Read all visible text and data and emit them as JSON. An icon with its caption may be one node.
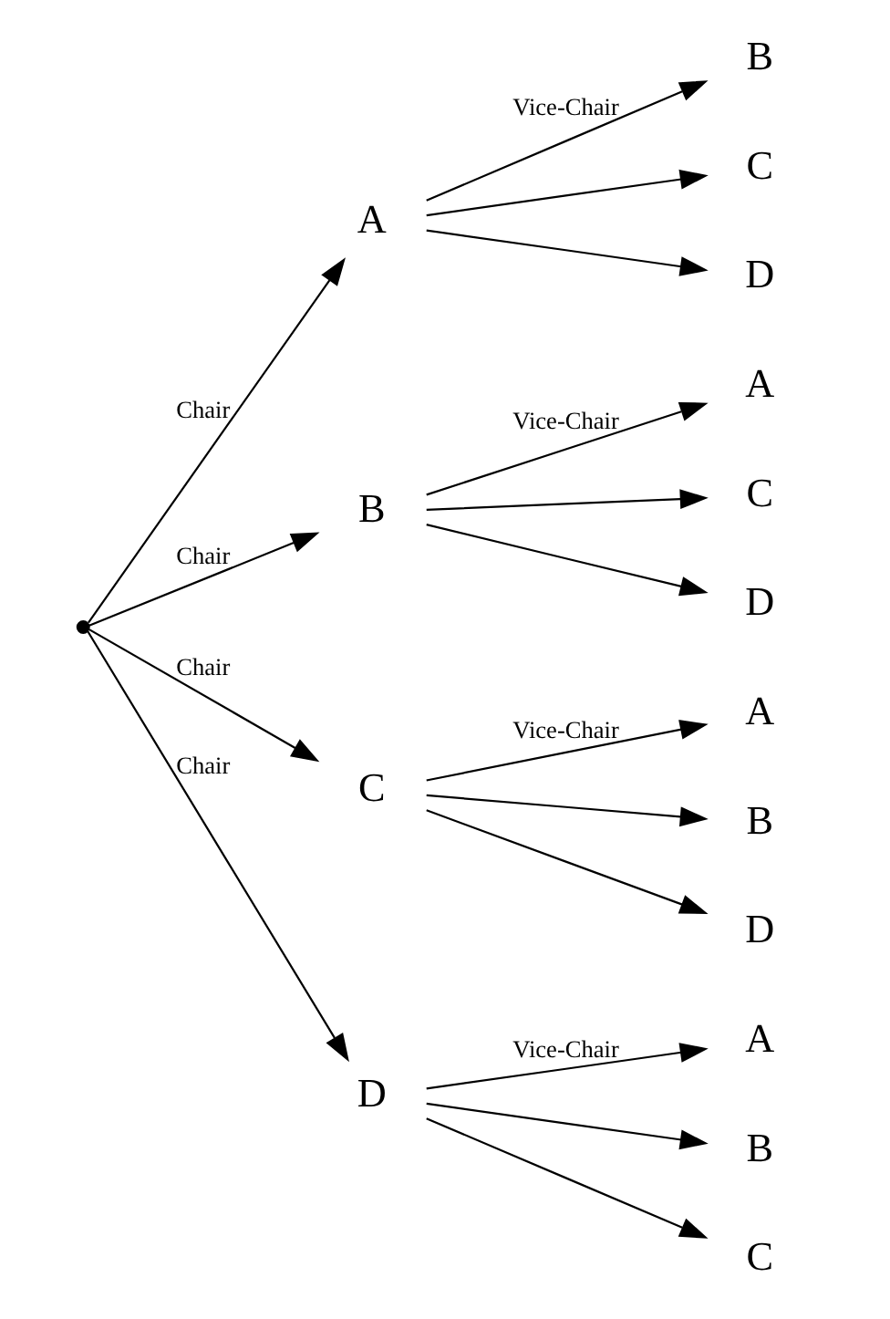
{
  "diagram": {
    "nodes": [
      {
        "text": [],
        "shape": "circle"
      },
      {
        "text": [
          "A"
        ]
      },
      {
        "text": [
          "B"
        ]
      },
      {
        "text": [
          "C"
        ]
      },
      {
        "text": [
          "D"
        ]
      },
      {
        "text": [
          "B"
        ]
      },
      {
        "text": [
          "A"
        ]
      },
      {
        "text": [
          "C"
        ]
      },
      {
        "text": [
          "D"
        ]
      },
      {
        "text": [
          "C"
        ]
      },
      {
        "text": [
          "A"
        ]
      },
      {
        "text": [
          "B"
        ]
      },
      {
        "text": [
          "D"
        ]
      },
      {
        "text": [
          "D"
        ]
      },
      {
        "text": [
          "A"
        ]
      },
      {
        "text": [
          "B"
        ]
      },
      {
        "text": [
          "C"
        ]
      }
    ],
    "edges": [
      {
        "from": 0,
        "to": 1,
        "arrow": "to",
        "label": "Chair"
      },
      {
        "from": 1,
        "to": 2,
        "arrow": "to",
        "label": "Vice-Chair"
      },
      {
        "from": 1,
        "to": 3,
        "arrow": "to"
      },
      {
        "from": 1,
        "to": 4,
        "arrow": "to"
      },
      {
        "from": 0,
        "to": 5,
        "arrow": "to",
        "label": "Chair"
      },
      {
        "from": 5,
        "to": 6,
        "arrow": "to",
        "label": "Vice-Chair"
      },
      {
        "from": 5,
        "to": 7,
        "arrow": "to"
      },
      {
        "from": 5,
        "to": 8,
        "arrow": "to"
      },
      {
        "from": 0,
        "to": 9,
        "arrow": "to",
        "label": "Chair"
      },
      {
        "from": 9,
        "to": 10,
        "arrow": "to",
        "label": "Vice-Chair"
      },
      {
        "from": 9,
        "to": 11,
        "arrow": "to"
      },
      {
        "from": 9,
        "to": 12,
        "arrow": "to"
      },
      {
        "from": 0,
        "to": 13,
        "arrow": "to",
        "label": "Chair"
      },
      {
        "from": 13,
        "to": 14,
        "arrow": "to",
        "label": "Vice-Chair"
      },
      {
        "from": 13,
        "to": 15,
        "arrow": "to"
      },
      {
        "from": 13,
        "to": 16,
        "arrow": "to"
      }
    ]
  }
}
